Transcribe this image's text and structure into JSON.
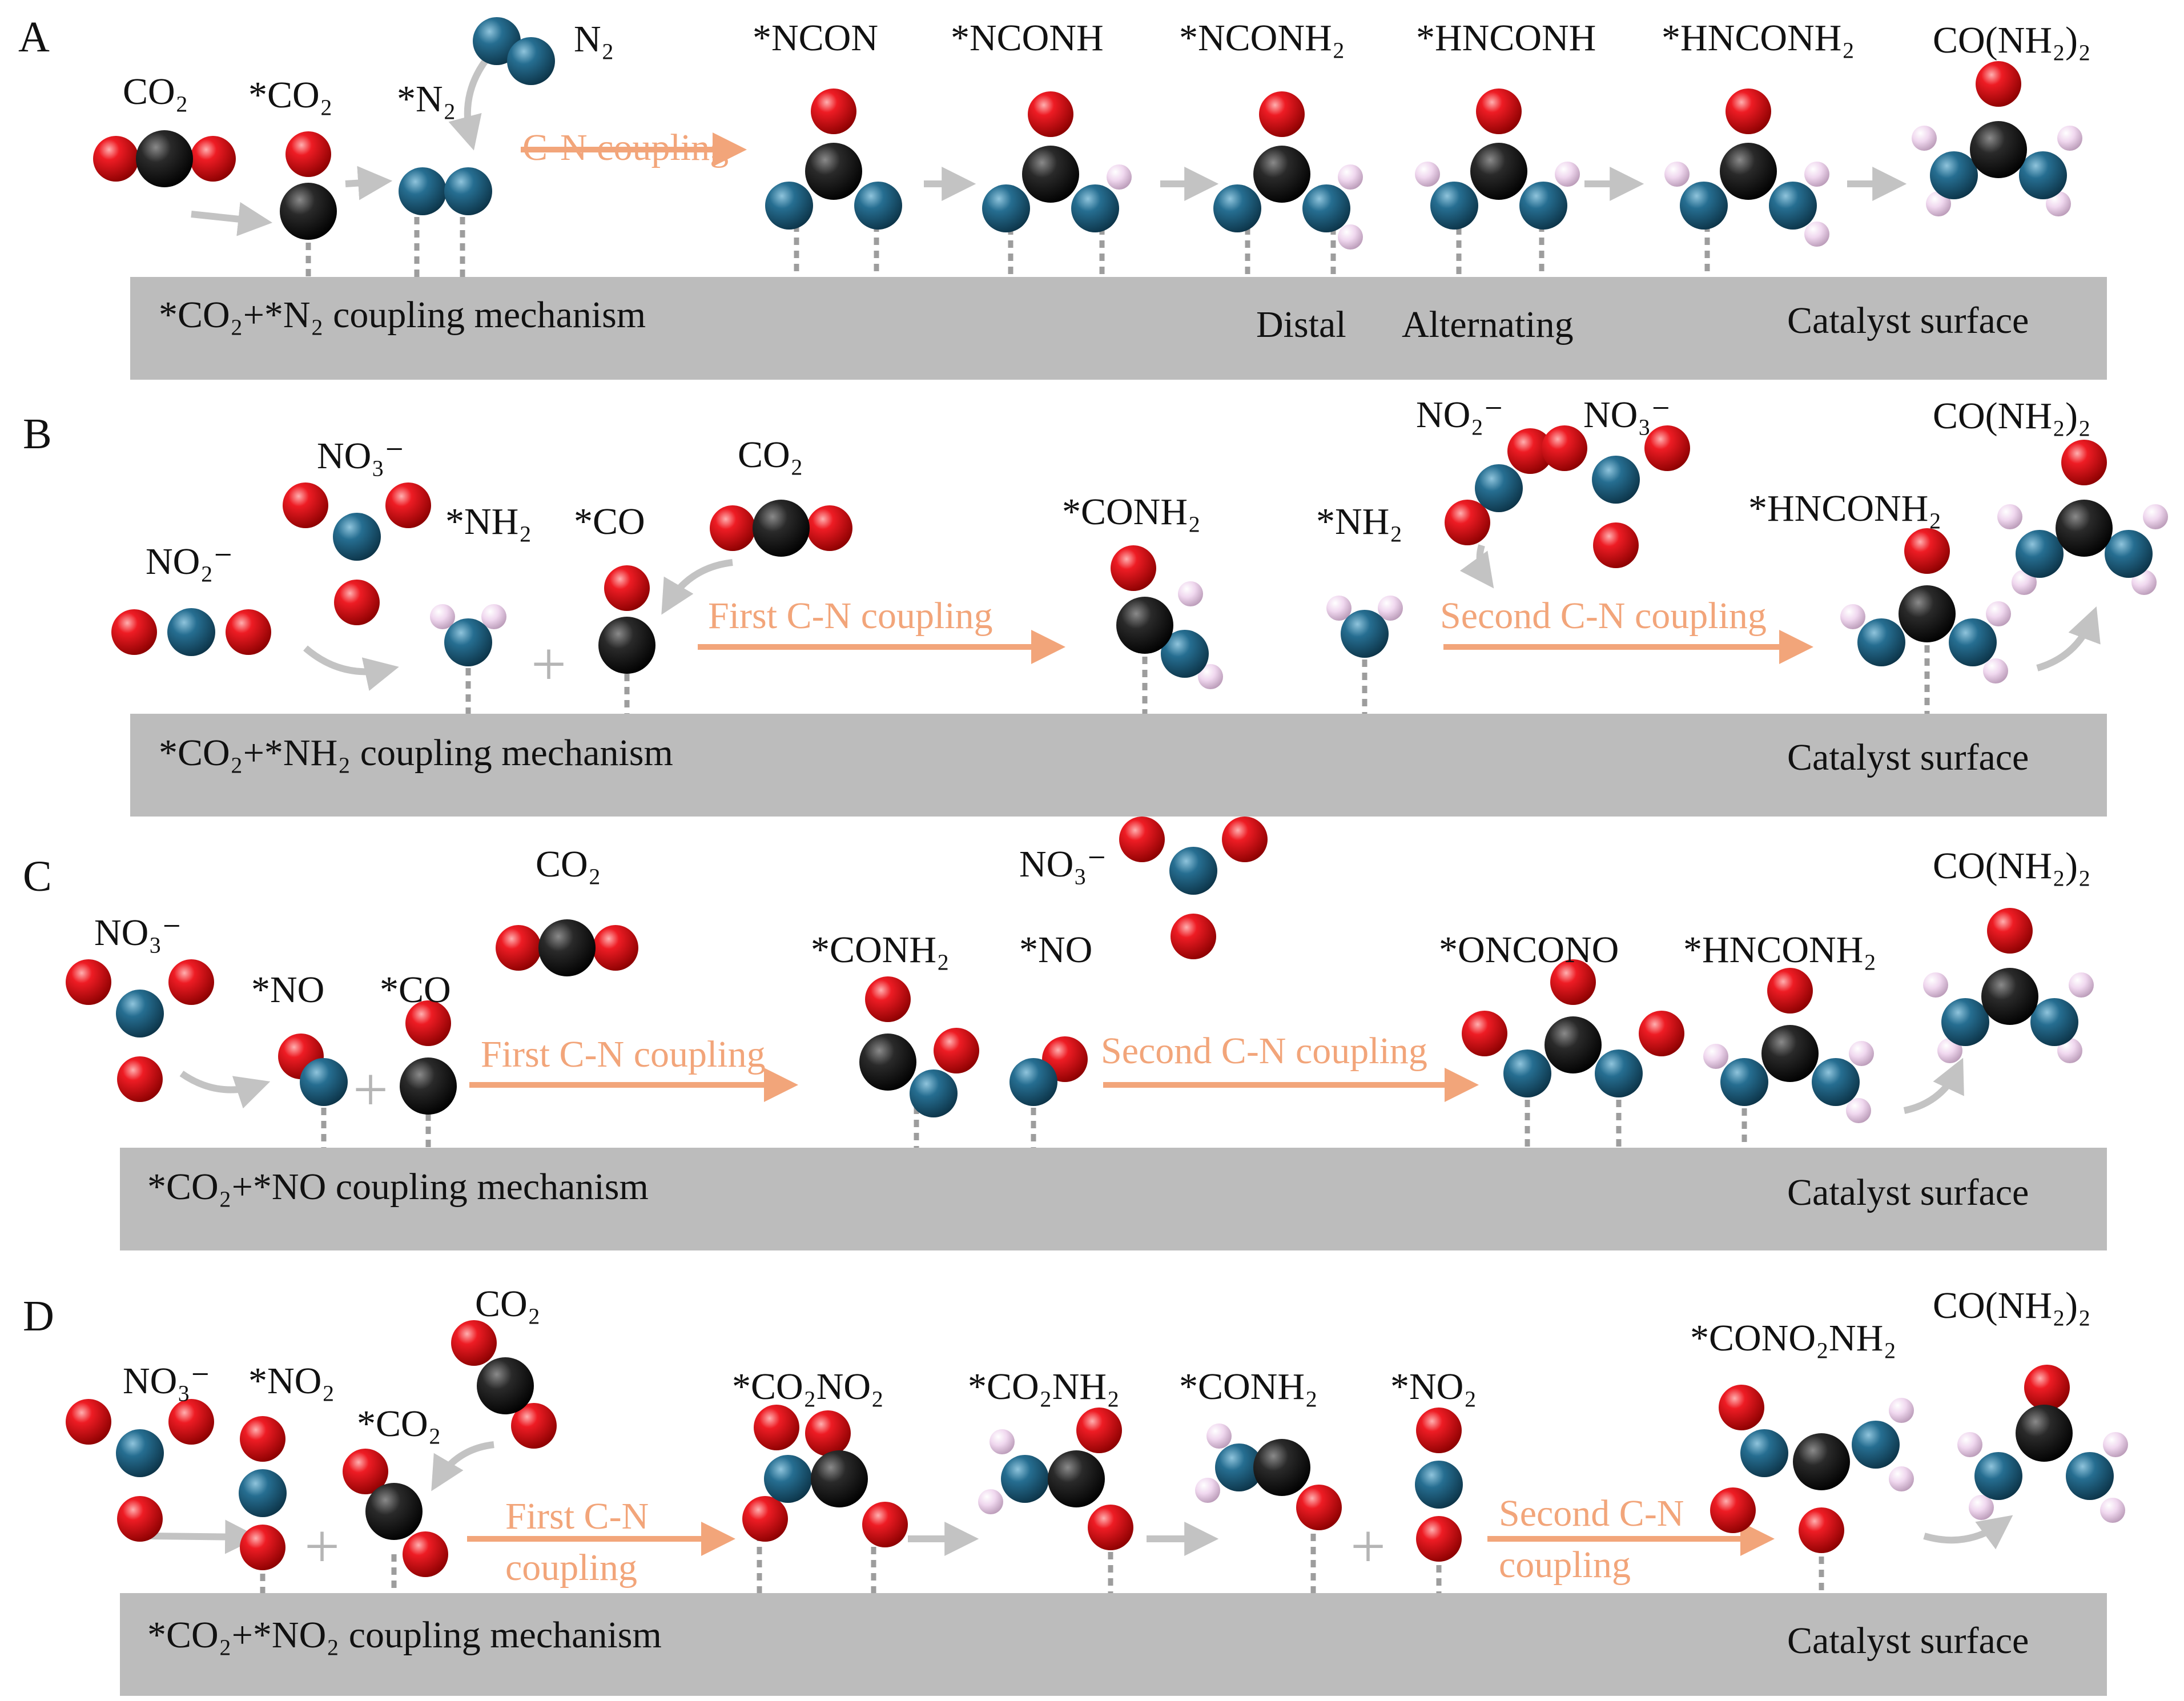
{
  "colors": {
    "carbon": "#0b0b0b",
    "oxygen": "#e0101a",
    "nitrogen": "#1f6283",
    "hydrogen": "#efd6ee",
    "surface": "#bcbcbc",
    "coupling_arrow": "#f2a57a",
    "gray_arrow": "#c3c3c3",
    "tether": "#9d9d9d"
  },
  "panels": [
    {
      "letter": "A",
      "mechanism": "*CO₂+*N₂ coupling mechanism",
      "surface_label": "Catalyst surface",
      "extra_labels": [
        "Distal",
        "Alternating"
      ],
      "species": [
        "CO₂",
        "*CO₂",
        "N₂",
        "*N₂",
        "*NCON",
        "*NCONH",
        "*NCONH₂",
        "*HNCONH",
        "*HNCONH₂",
        "CO(NH₂)₂"
      ],
      "steps": [
        "C-N coupling"
      ]
    },
    {
      "letter": "B",
      "mechanism": "*CO₂+*NH₂ coupling mechanism",
      "surface_label": "Catalyst surface",
      "species": [
        "NO₂⁻",
        "NO₃⁻",
        "*NH₂",
        "*CO",
        "CO₂",
        "*CONH₂",
        "*NH₂",
        "NO₂⁻",
        "NO₃⁻",
        "*HNCONH₂",
        "CO(NH₂)₂"
      ],
      "steps": [
        "First C-N coupling",
        "Second C-N coupling"
      ]
    },
    {
      "letter": "C",
      "mechanism": "*CO₂+*NO coupling mechanism",
      "surface_label": "Catalyst surface",
      "species": [
        "NO₃⁻",
        "*NO",
        "*CO",
        "CO₂",
        "*CONH₂",
        "NO₃⁻",
        "*NO",
        "*ONCONO",
        "*HNCONH₂",
        "CO(NH₂)₂"
      ],
      "steps": [
        "First C-N coupling",
        "Second C-N coupling"
      ]
    },
    {
      "letter": "D",
      "mechanism": "*CO₂+*NO₂ coupling mechanism",
      "surface_label": "Catalyst surface",
      "species": [
        "NO₃⁻",
        "*NO₂",
        "*CO₂",
        "CO₂",
        "*CO₂NO₂",
        "*CO₂NH₂",
        "*CONH₂",
        "*NO₂",
        "*CONO₂NH₂",
        "CO(NH₂)₂"
      ],
      "steps": [
        "First C-N",
        "coupling",
        "Second C-N",
        "coupling"
      ]
    }
  ]
}
